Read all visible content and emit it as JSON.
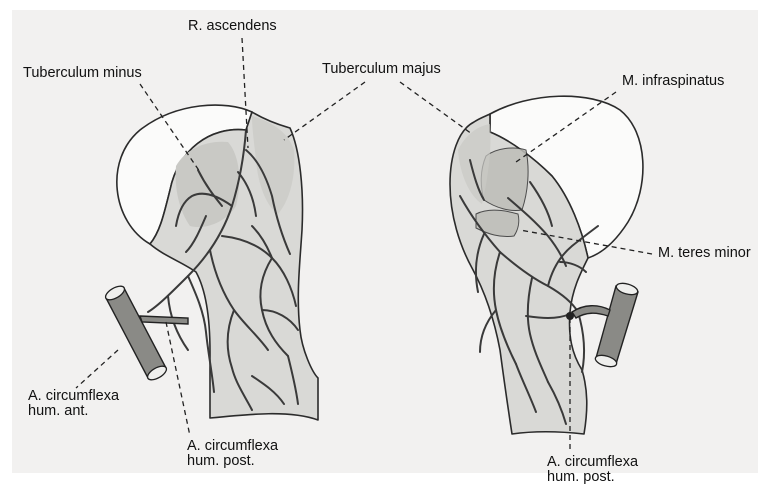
{
  "figure": {
    "labels": {
      "r_ascendens": "R. ascendens",
      "tuberculum_minus": "Tuberculum minus",
      "tuberculum_majus": "Tuberculum majus",
      "m_infraspinatus": "M. infraspinatus",
      "m_teres_minor": "M. teres minor",
      "a_circ_ant_line1": "A. circumflexa",
      "a_circ_ant_line2": "hum. ant.",
      "a_circ_post_left_line1": "A. circumflexa",
      "a_circ_post_left_line2": "hum. post.",
      "a_circ_post_right_line1": "A. circumflexa",
      "a_circ_post_right_line2": "hum. post."
    },
    "colors": {
      "background": "#f2f1f0",
      "bone": "#d9d9d6",
      "articular_cap": "#fbfbfa",
      "artery": "#8a8a86",
      "outline": "#2b2b2b"
    }
  }
}
